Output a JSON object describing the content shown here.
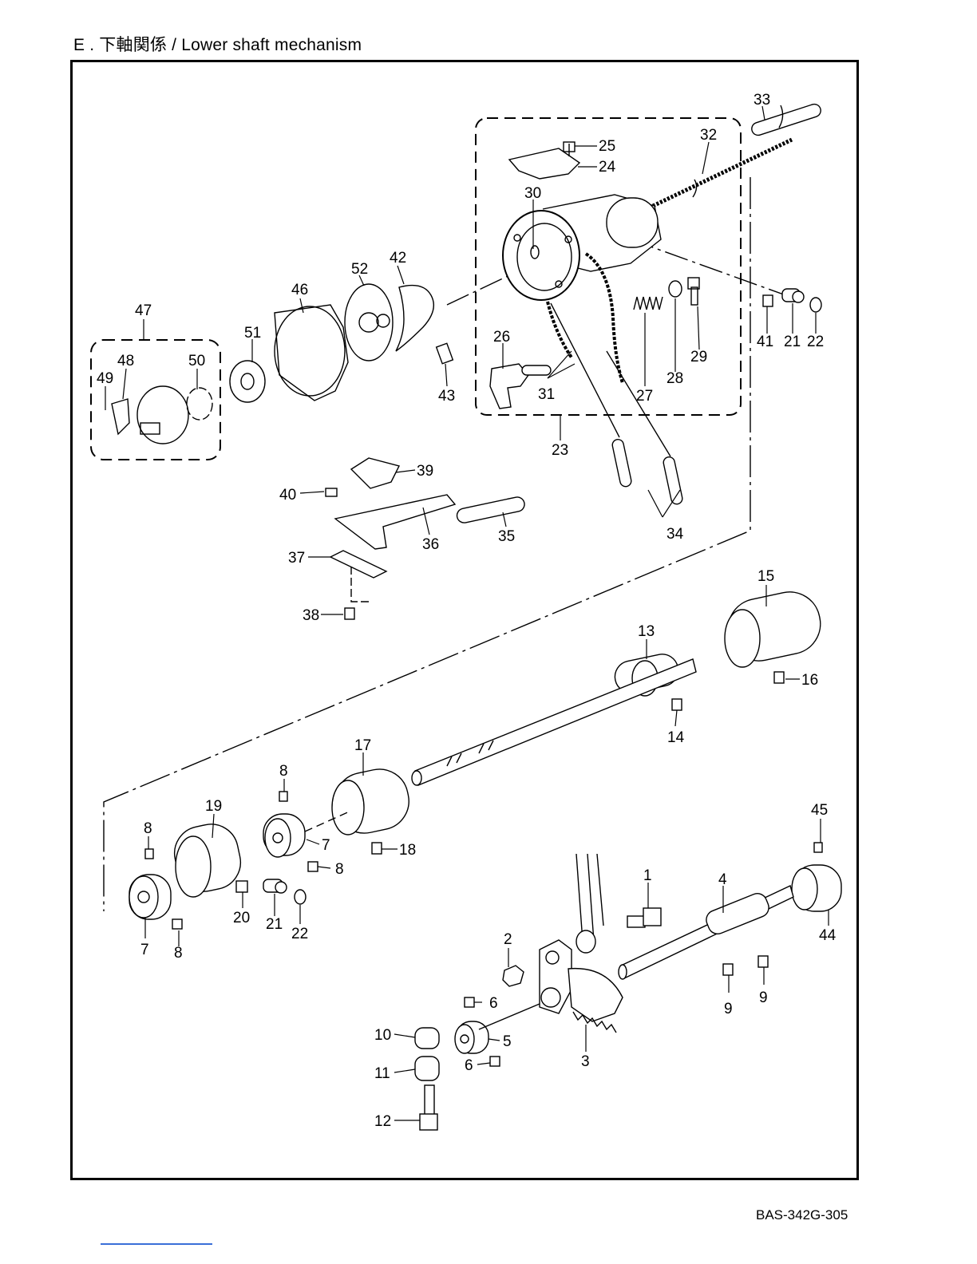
{
  "header": {
    "title": "E . 下軸関係 / Lower shaft mechanism"
  },
  "footer": {
    "doc_code": "BAS-342G-305"
  },
  "colors": {
    "line": "#000000",
    "background": "#ffffff",
    "footer_rule": "#3a6fd8"
  },
  "parts": {
    "p1": "1",
    "p2": "2",
    "p3": "3",
    "p4": "4",
    "p5": "5",
    "p6a": "6",
    "p6b": "6",
    "p7a": "7",
    "p7b": "7",
    "p8a": "8",
    "p8b": "8",
    "p8c": "8",
    "p8d": "8",
    "p9a": "9",
    "p9b": "9",
    "p10": "10",
    "p11": "11",
    "p12": "12",
    "p13": "13",
    "p14": "14",
    "p15": "15",
    "p16": "16",
    "p17": "17",
    "p18": "18",
    "p19": "19",
    "p20": "20",
    "p21a": "21",
    "p21b": "21",
    "p22a": "22",
    "p22b": "22",
    "p23": "23",
    "p24": "24",
    "p25": "25",
    "p26": "26",
    "p27": "27",
    "p28": "28",
    "p29": "29",
    "p30": "30",
    "p31": "31",
    "p32": "32",
    "p33": "33",
    "p34": "34",
    "p35": "35",
    "p36": "36",
    "p37": "37",
    "p38": "38",
    "p39": "39",
    "p40": "40",
    "p41": "41",
    "p42": "42",
    "p43": "43",
    "p44": "44",
    "p45": "45",
    "p46": "46",
    "p47": "47",
    "p48": "48",
    "p49": "49",
    "p50": "50",
    "p51": "51",
    "p52": "52"
  }
}
